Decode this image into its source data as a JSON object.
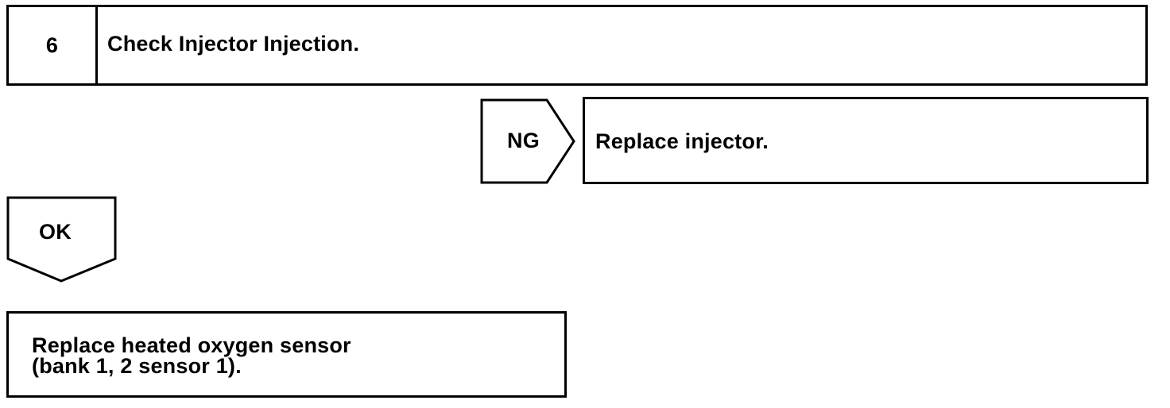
{
  "step": {
    "number": "6",
    "title": "Check Injector Injection."
  },
  "ng_branch": {
    "tag": "NG",
    "action": "Replace injector."
  },
  "ok_branch": {
    "tag": "OK"
  },
  "result": {
    "line1": "Replace heated oxygen sensor",
    "line2": "(bank 1, 2 sensor 1)."
  }
}
